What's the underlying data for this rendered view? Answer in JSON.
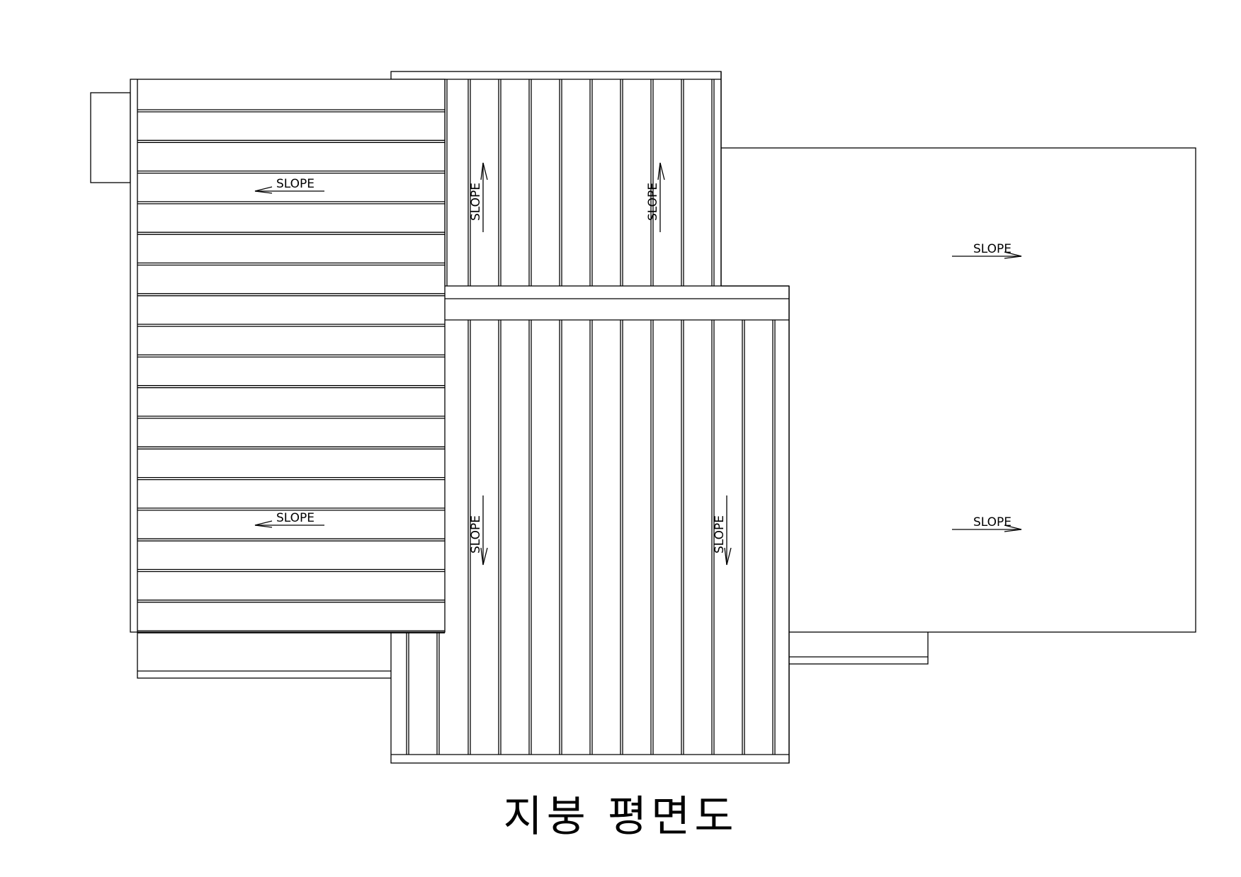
{
  "drawing": {
    "title": "지붕 평면도",
    "slope_label": "SLOPE",
    "slope_markers": [
      {
        "id": "left-upper",
        "direction": "left",
        "label": "SLOPE"
      },
      {
        "id": "left-lower",
        "direction": "left",
        "label": "SLOPE"
      },
      {
        "id": "mid-top-1",
        "direction": "up",
        "label": "SLOPE"
      },
      {
        "id": "mid-top-2",
        "direction": "up",
        "label": "SLOPE"
      },
      {
        "id": "mid-bottom-1",
        "direction": "down",
        "label": "SLOPE"
      },
      {
        "id": "mid-bottom-2",
        "direction": "down",
        "label": "SLOPE"
      },
      {
        "id": "right-upper",
        "direction": "right",
        "label": "SLOPE"
      },
      {
        "id": "right-lower",
        "direction": "right",
        "label": "SLOPE"
      }
    ],
    "colors": {
      "line": "#000000",
      "background": "#ffffff"
    }
  }
}
